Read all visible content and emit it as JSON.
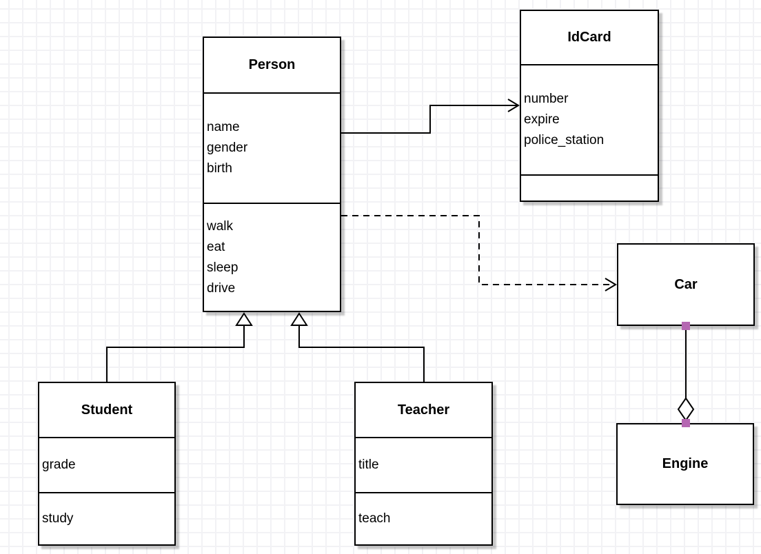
{
  "diagram": {
    "classes": {
      "person": {
        "title": "Person",
        "attributes": [
          "name",
          "gender",
          "birth"
        ],
        "methods": [
          "walk",
          "eat",
          "sleep",
          "drive"
        ]
      },
      "idcard": {
        "title": "IdCard",
        "attributes": [
          "number",
          "expire",
          "police_station"
        ],
        "methods": []
      },
      "car": {
        "title": "Car",
        "attributes": [],
        "methods": []
      },
      "engine": {
        "title": "Engine",
        "attributes": [],
        "methods": []
      },
      "student": {
        "title": "Student",
        "attributes": [
          "grade"
        ],
        "methods": [
          "study"
        ]
      },
      "teacher": {
        "title": "Teacher",
        "attributes": [
          "title"
        ],
        "methods": [
          "teach"
        ]
      }
    },
    "connectors": [
      {
        "from": "Person",
        "to": "IdCard",
        "type": "association",
        "line": "solid",
        "arrow": "open-arrow"
      },
      {
        "from": "Person",
        "to": "Car",
        "type": "dependency",
        "line": "dashed",
        "arrow": "open-arrow"
      },
      {
        "from": "Student",
        "to": "Person",
        "type": "generalization",
        "line": "solid",
        "arrow": "hollow-triangle"
      },
      {
        "from": "Teacher",
        "to": "Person",
        "type": "generalization",
        "line": "solid",
        "arrow": "hollow-triangle"
      },
      {
        "from": "Car",
        "to": "Engine",
        "type": "aggregation",
        "line": "solid",
        "arrow": "hollow-diamond"
      }
    ],
    "colors": {
      "shape_fill": "#ffffff",
      "shape_border": "#000000",
      "connection_handle": "#b567b2",
      "grid_line": "#f2f2f5",
      "canvas": "#ffffff"
    }
  }
}
